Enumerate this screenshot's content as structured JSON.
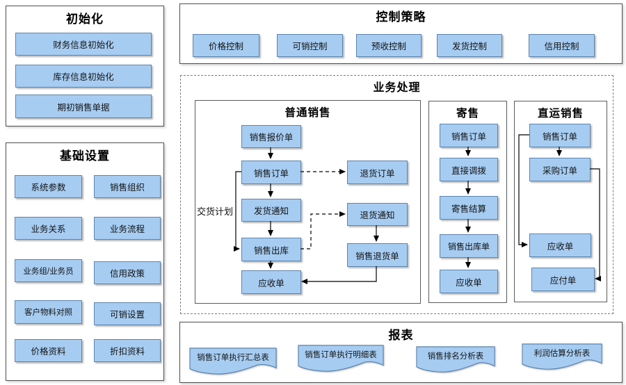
{
  "colors": {
    "node_fill": "#A6CCF2",
    "node_border": "#5D84AD",
    "panel_border": "#4F4F4F",
    "connector": "#000000"
  },
  "init": {
    "title": "初始化",
    "items": [
      "财务信息初始化",
      "库存信息初始化",
      "期初销售单据"
    ]
  },
  "basic": {
    "title": "基础设置",
    "items": [
      "系统参数",
      "销售组织",
      "业务关系",
      "业务流程",
      "业务组/业务员",
      "信用政策",
      "客户物料对照",
      "可销设置",
      "价格资料",
      "折扣资料"
    ]
  },
  "control": {
    "title": "控制策略",
    "items": [
      "价格控制",
      "可销控制",
      "预收控制",
      "发货控制",
      "信用控制"
    ]
  },
  "business": {
    "title": "业务处理",
    "normal": {
      "title": "普通销售",
      "edge_label": "交货计划",
      "nodes": [
        "销售报价单",
        "销售订单",
        "发货通知",
        "销售出库",
        "应收单",
        "退货订单",
        "退货通知",
        "销售退货单"
      ]
    },
    "consignment": {
      "title": "寄售",
      "nodes": [
        "销售订单",
        "直接调拨",
        "寄售结算",
        "销售出库单",
        "应收单"
      ]
    },
    "direct": {
      "title": "直运销售",
      "nodes": [
        "销售订单",
        "采购订单",
        "应收单",
        "应付单"
      ]
    }
  },
  "reports": {
    "title": "报表",
    "items": [
      "销售订单执行汇总表",
      "销售订单执行明细表",
      "销售排名分析表",
      "利润估算分析表"
    ]
  }
}
